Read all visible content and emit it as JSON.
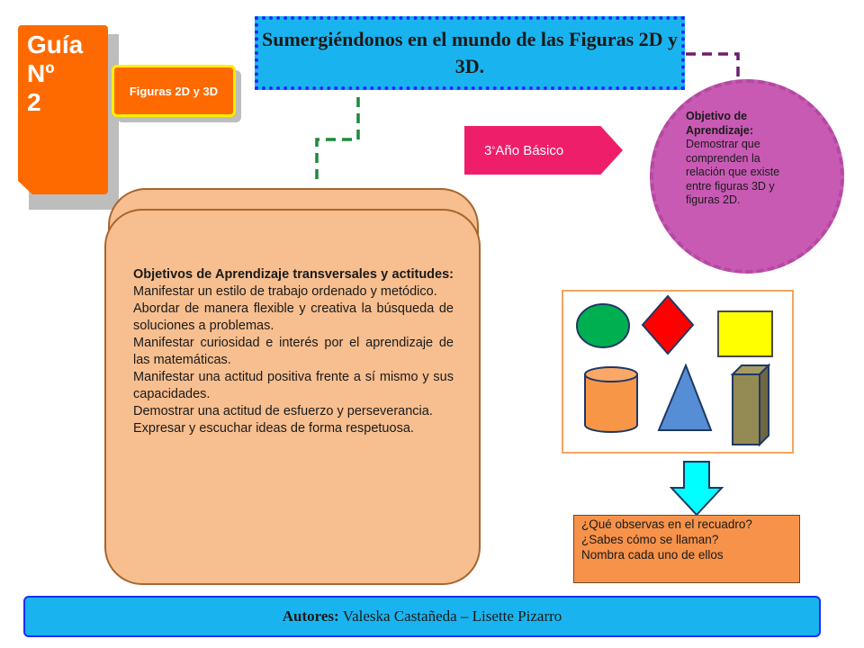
{
  "guia": {
    "line1": "Guía",
    "line2": "Nº",
    "line3": "2"
  },
  "tag": {
    "label": "Figuras 2D y 3D"
  },
  "title": {
    "text": "Sumergiéndonos en el mundo de las Figuras 2D y 3D."
  },
  "grade": {
    "number": "3",
    "ordinal_mark": "°",
    "text": " Año Básico"
  },
  "objective": {
    "heading": "Objetivo de Aprendizaje:",
    "body": "Demostrar que comprenden la relación que existe entre figuras 3D y figuras 2D."
  },
  "transversal": {
    "heading": "Objetivos de Aprendizaje transversales y actitudes:",
    "first": " Manifestar un estilo de trabajo ordenado y metódico.",
    "items": [
      "Abordar de manera flexible y creativa la búsqueda de soluciones a problemas.",
      "Manifestar curiosidad e interés por el aprendizaje de las matemáticas.",
      "Manifestar una actitud positiva frente a sí mismo y sus capacidades.",
      "Demostrar una actitud de esfuerzo y perseverancia.",
      "Expresar y escuchar ideas de forma respetuosa."
    ]
  },
  "shapes": {
    "items": [
      {
        "name": "green-circle",
        "color": "#00b050"
      },
      {
        "name": "red-rhombus",
        "color": "#ff0000"
      },
      {
        "name": "yellow-square",
        "color": "#ffff00"
      },
      {
        "name": "orange-cylinder",
        "color": "#f79646"
      },
      {
        "name": "blue-cone",
        "color": "#558ed5"
      },
      {
        "name": "olive-prism",
        "color": "#948a54"
      }
    ]
  },
  "question": {
    "line1": "¿Qué observas en el recuadro?",
    "line2": "¿Sabes cómo se llaman?",
    "line3": "Nombra cada uno de ellos"
  },
  "footer": {
    "label": "Autores:",
    "names": " Valeska Castañeda – Lisette Pizarro"
  },
  "colors": {
    "orange": "#ff6a00",
    "title_bg": "#19b4ef",
    "pink": "#ee1e6a",
    "purple": "#c85ab4",
    "card": "#f7be8f",
    "arrow": "#00ffff",
    "connector_green": "#1e8a3c",
    "connector_purple": "#6a1f6e"
  }
}
